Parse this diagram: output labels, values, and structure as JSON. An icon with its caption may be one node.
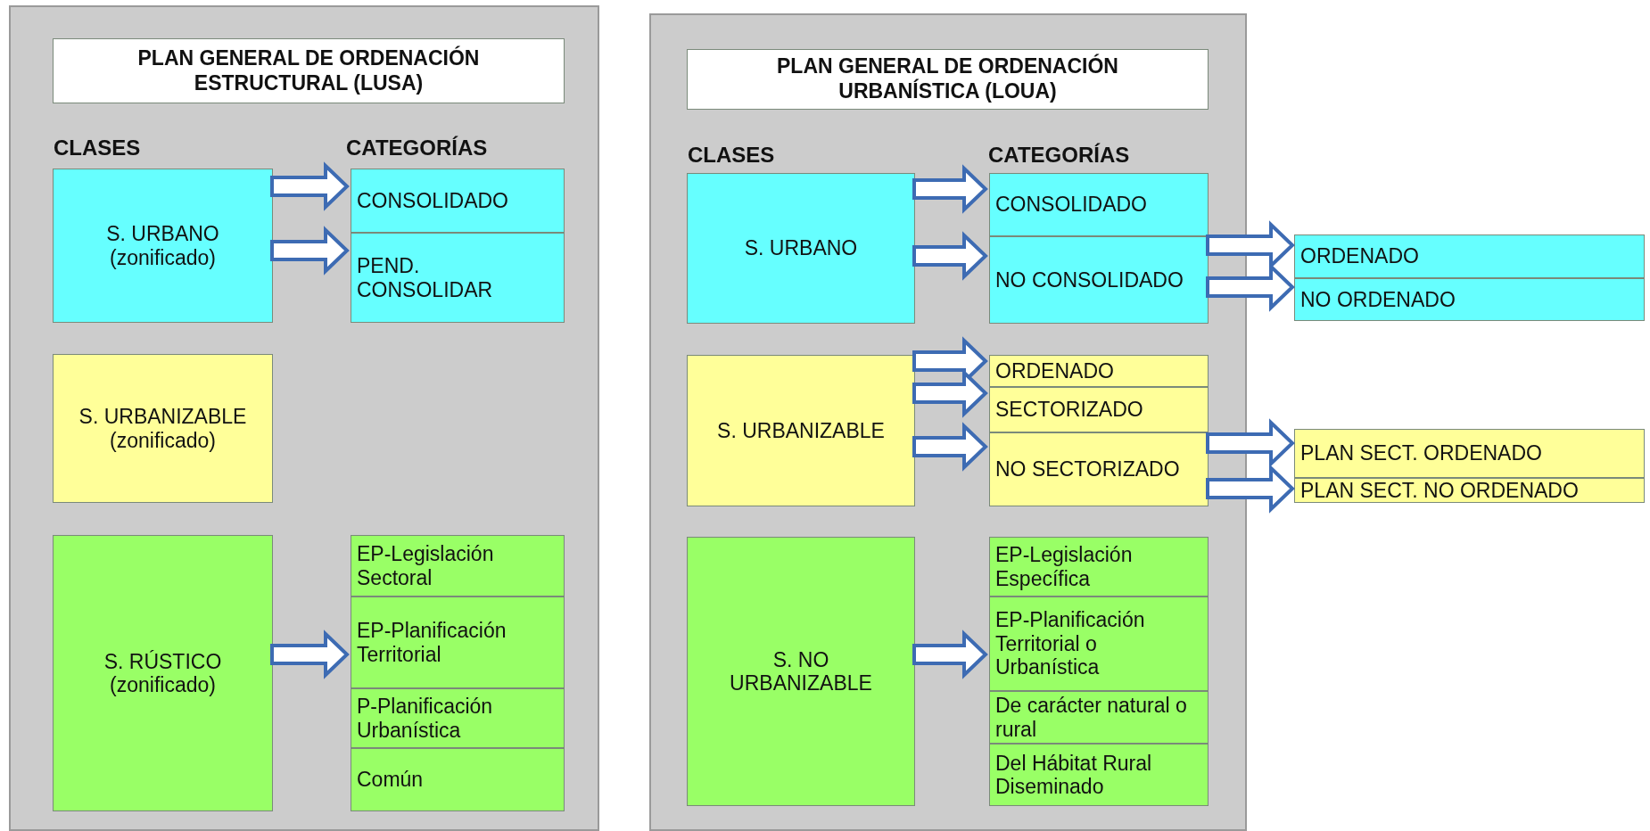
{
  "diagram": {
    "nodes": [
      {
        "text": [],
        "shape": "box"
      },
      {
        "text": [
          "PLAN GENERAL DE ORDENACIÓN ESTRUCTURAL (LUSA)"
        ],
        "in": 0
      },
      {
        "text": [
          "S. URBANO (zonificado)"
        ],
        "in": 0
      },
      {
        "text": [
          "CONSOLIDADO"
        ],
        "in": 0
      },
      {
        "text": [
          "PEND. CONSOLIDAR"
        ],
        "in": 0
      },
      {
        "text": [
          "S. URBANIZABLE (zonificado)"
        ],
        "in": 0
      },
      {
        "text": [
          "S. RÚSTICO (zonificado)"
        ],
        "in": 0
      },
      {
        "text": [
          "EP-Legislación Sectoral"
        ],
        "in": 0
      },
      {
        "text": [
          "EP-Planificación Territorial"
        ],
        "in": 0
      },
      {
        "text": [
          "P-Planificación Urbanística"
        ],
        "in": 0
      },
      {
        "text": [
          "Común"
        ],
        "in": 0
      },
      {
        "text": [],
        "shape": "box"
      },
      {
        "text": [
          "PLAN GENERAL DE ORDENACIÓN URBANÍSTICA (LOUA)"
        ],
        "in": 11
      },
      {
        "text": [
          "S. URBANO"
        ],
        "in": 11
      },
      {
        "text": [
          "CONSOLIDADO"
        ],
        "in": 11
      },
      {
        "text": [
          "NO CONSOLIDADO"
        ],
        "in": 11
      },
      {
        "text": [
          "S. URBANIZABLE"
        ],
        "in": 11
      },
      {
        "text": [
          "ORDENADO"
        ],
        "in": 11
      },
      {
        "text": [
          "SECTORIZADO"
        ],
        "in": 11
      },
      {
        "text": [
          "NO SECTORIZADO"
        ],
        "in": 11
      },
      {
        "text": [
          "S. NO URBANIZABLE"
        ],
        "in": 11
      },
      {
        "text": [
          "EP-Legislación Específica"
        ],
        "in": 11
      },
      {
        "text": [
          "EP-Planificación Territorial o Urbanística"
        ],
        "in": 11
      },
      {
        "text": [
          "De carácter natural o rural"
        ],
        "in": 11
      },
      {
        "text": [
          "Del Hábitat Rural Diseminado"
        ],
        "in": 11
      },
      {
        "text": [
          "ORDENADO"
        ]
      },
      {
        "text": [
          "NO ORDENADO"
        ]
      },
      {
        "text": [
          "PLAN SECT. ORDENADO"
        ]
      },
      {
        "text": [
          "PLAN SECT. NO ORDENADO"
        ]
      }
    ],
    "edges": [
      {
        "from": 2,
        "to": 3,
        "arrow": "to"
      },
      {
        "from": 2,
        "to": 4,
        "arrow": "to"
      },
      {
        "from": 6,
        "to": 8,
        "arrow": "to"
      },
      {
        "from": 13,
        "to": 14,
        "arrow": "to"
      },
      {
        "from": 13,
        "to": 15,
        "arrow": "to"
      },
      {
        "from": 15,
        "to": 25,
        "arrow": "to"
      },
      {
        "from": 15,
        "to": 26,
        "arrow": "to"
      },
      {
        "from": 16,
        "to": 17,
        "arrow": "to"
      },
      {
        "from": 16,
        "to": 18,
        "arrow": "to"
      },
      {
        "from": 16,
        "to": 19,
        "arrow": "to"
      },
      {
        "from": 19,
        "to": 27,
        "arrow": "to"
      },
      {
        "from": 19,
        "to": 28,
        "arrow": "to"
      },
      {
        "from": 20,
        "to": 22,
        "arrow": "to"
      }
    ],
    "labels": [
      "CLASES",
      "CATEGORÍAS",
      "CLASES",
      "CATEGORÍAS"
    ]
  }
}
